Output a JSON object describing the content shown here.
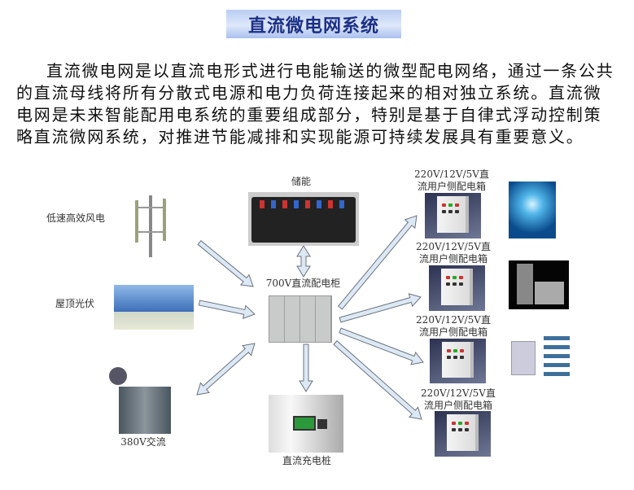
{
  "title": "直流微电网系统",
  "paragraph": [
    "直流微电网是以直流电形式进行电能输送的微型配电网络，通过一条公共",
    "的直流母线将所有分散式电源和电力负荷连接起来的相对独立系统。直流微",
    "电网是未来智能配用电系统的重要组成部分，特别是基于自律式浮动控制策",
    "略直流微网系统，对推进节能减排和实现能源可持续发展具有重要意义。"
  ],
  "diagram": {
    "wind": "低速高效风电",
    "solar": "屋顶光伏",
    "ac": "380V交流",
    "storage": "储能",
    "cabinet": "700V直流配电柜",
    "charger": "直流充电桩",
    "boxes": [
      {
        "line1": "220V/12V/5V直",
        "line2": "流用户侧配电箱"
      },
      {
        "line1": "220V/12V/5V直",
        "line2": "流用户侧配电箱"
      },
      {
        "line1": "220V/12V/5V直",
        "line2": "流用户侧配电箱"
      },
      {
        "line1": "220V/12V/5V直",
        "line2": "流用户侧配电箱"
      }
    ]
  },
  "colors": {
    "title_text": "#1b2f86",
    "arrow_fill": "#dde8f5",
    "arrow_stroke": "#6a7380"
  }
}
